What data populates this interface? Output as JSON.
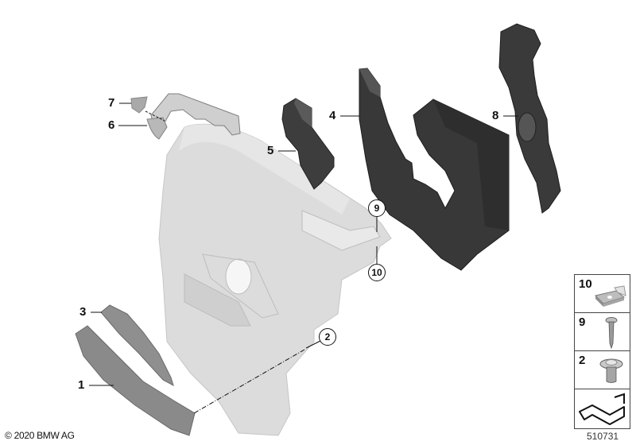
{
  "diagram": {
    "type": "exploded-parts-diagram",
    "callouts": [
      {
        "id": "1",
        "label": "1"
      },
      {
        "id": "2",
        "label": "2"
      },
      {
        "id": "3",
        "label": "3"
      },
      {
        "id": "4",
        "label": "4"
      },
      {
        "id": "5",
        "label": "5"
      },
      {
        "id": "6",
        "label": "6"
      },
      {
        "id": "7",
        "label": "7"
      },
      {
        "id": "8",
        "label": "8"
      },
      {
        "id": "9",
        "label": "9"
      },
      {
        "id": "10",
        "label": "10"
      }
    ],
    "legend": [
      {
        "label": "10",
        "icon": "spring-nut-icon"
      },
      {
        "label": "9",
        "icon": "screw-icon"
      },
      {
        "label": "2",
        "icon": "flange-bolt-icon"
      },
      {
        "label": "",
        "icon": "arrow-icon"
      }
    ],
    "copyright": "© 2020 BMW AG",
    "image_number": "510731",
    "colors": {
      "dark_part": "#3a3a3a",
      "light_part": "#d6d6d6",
      "trim_part": "#8c8c8c"
    }
  }
}
